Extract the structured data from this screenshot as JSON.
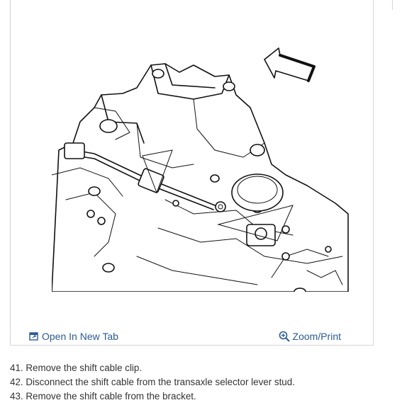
{
  "toolbar": {
    "open_label": "Open In New Tab",
    "zoom_label": "Zoom/Print",
    "open_icon": "open-in-new-tab-icon",
    "zoom_icon": "magnifier-zoom-icon",
    "accent_color": "#2a5a96"
  },
  "figure": {
    "icon": "direction-arrow-icon"
  },
  "instructions": {
    "steps": [
      "41. Remove the shift cable clip.",
      "42. Disconnect the shift cable from the transaxle selector lever stud.",
      "43. Remove the shift cable from the bracket."
    ]
  }
}
